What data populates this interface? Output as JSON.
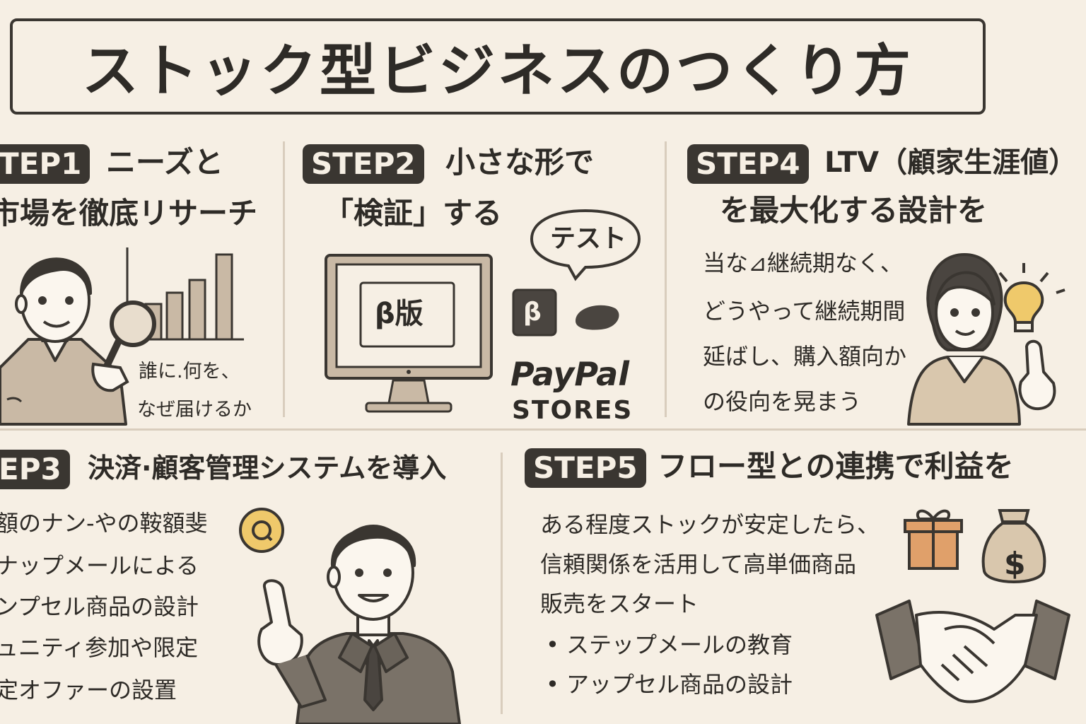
{
  "title": "ストック型ビジネスのつくり方",
  "step1": {
    "badge": "TEP1",
    "heading_1": "ニーズと",
    "heading_2": "市場を徹底リサーチ",
    "caption_1": "誰に.何を、",
    "caption_2": "なぜ届けるか"
  },
  "step2": {
    "badge": "STEP2",
    "heading_1": "小さな形で",
    "heading_2": "「検証」する",
    "screen_label": "β版",
    "bubble": "テスト",
    "beta_icon": "β",
    "brand_1": "PayPal",
    "brand_2": "STORES"
  },
  "step3": {
    "badge": "EP3",
    "heading": "決済·顧客管理システムを導入",
    "lines": [
      "額のナン-やの鞍額斐",
      "ナップメールによる",
      "ンプセル商品の設計",
      "ュニティ参加や限定",
      "定オファーの設置"
    ]
  },
  "step4": {
    "badge": "STEP4",
    "heading_1": "LTV（顧家生涯値）",
    "heading_2": "を最大化する設計を",
    "lines": [
      "当な⊿継続期なく、",
      "どうやって継続期間",
      "延ばし、購入額向か",
      "の役向を晃まう"
    ]
  },
  "step5": {
    "badge": "STEP5",
    "heading": "フロー型との連携で利益を",
    "lines": [
      "ある程度ストックが安定したら、",
      "信頼関係を活用して高単価商品",
      "販売をスタート"
    ],
    "bullets": [
      "• ステップメールの教育",
      "• アップセル商品の設計"
    ],
    "dollar": "$"
  },
  "colors": {
    "background": "#f6efe4",
    "ink": "#2e2b27",
    "badge": "#3a3631",
    "bar_fill": "#c9b9a5",
    "skin": "#fbf6ee",
    "accent_yellow": "#efc96b",
    "accent_orange": "#e0a06a"
  },
  "icons": [
    "magnifier-icon",
    "bar-chart-icon",
    "monitor-icon",
    "speech-bubble-icon",
    "lightbulb-icon",
    "gift-icon",
    "money-bag-icon",
    "handshake-icon",
    "coin-icon"
  ]
}
